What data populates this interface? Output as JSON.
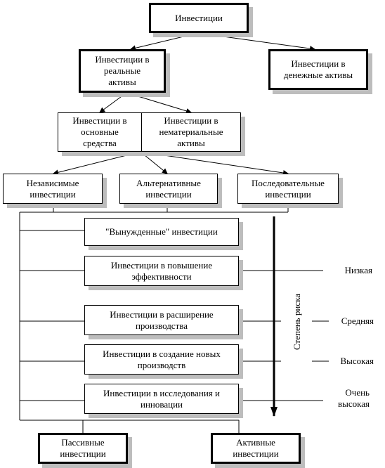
{
  "diagram": {
    "root": "Инвестиции",
    "real_assets": "Инвестиции в\nреальные\nактивы",
    "money_assets": "Инвестиции в\nденежные активы",
    "fixed_assets": "Инвестиции в\nосновные\nсредства",
    "intangible_assets": "Инвестиции в\nнематериальные\nактивы",
    "independent": "Независимые\nинвестиции",
    "alternative": "Альтернативные\nинвестиции",
    "sequential": "Последовательные\nинвестиции",
    "forced": "\"Вынужденные\" инвестиции",
    "efficiency": "Инвестиции в повышение\nэффективности",
    "expansion": "Инвестиции в расширение\nпроизводства",
    "new_production": "Инвестиции в создание новых\nпроизводств",
    "research": "Инвестиции в исследования и\nинновации",
    "passive": "Пассивные\nинвестиции",
    "active": "Активные\nинвестиции",
    "risk_axis_label": "Степень риска",
    "risk_levels": {
      "low": "Низкая",
      "medium": "Средняя",
      "high": "Высокая",
      "very_high": "Очень\nвысокая"
    }
  }
}
